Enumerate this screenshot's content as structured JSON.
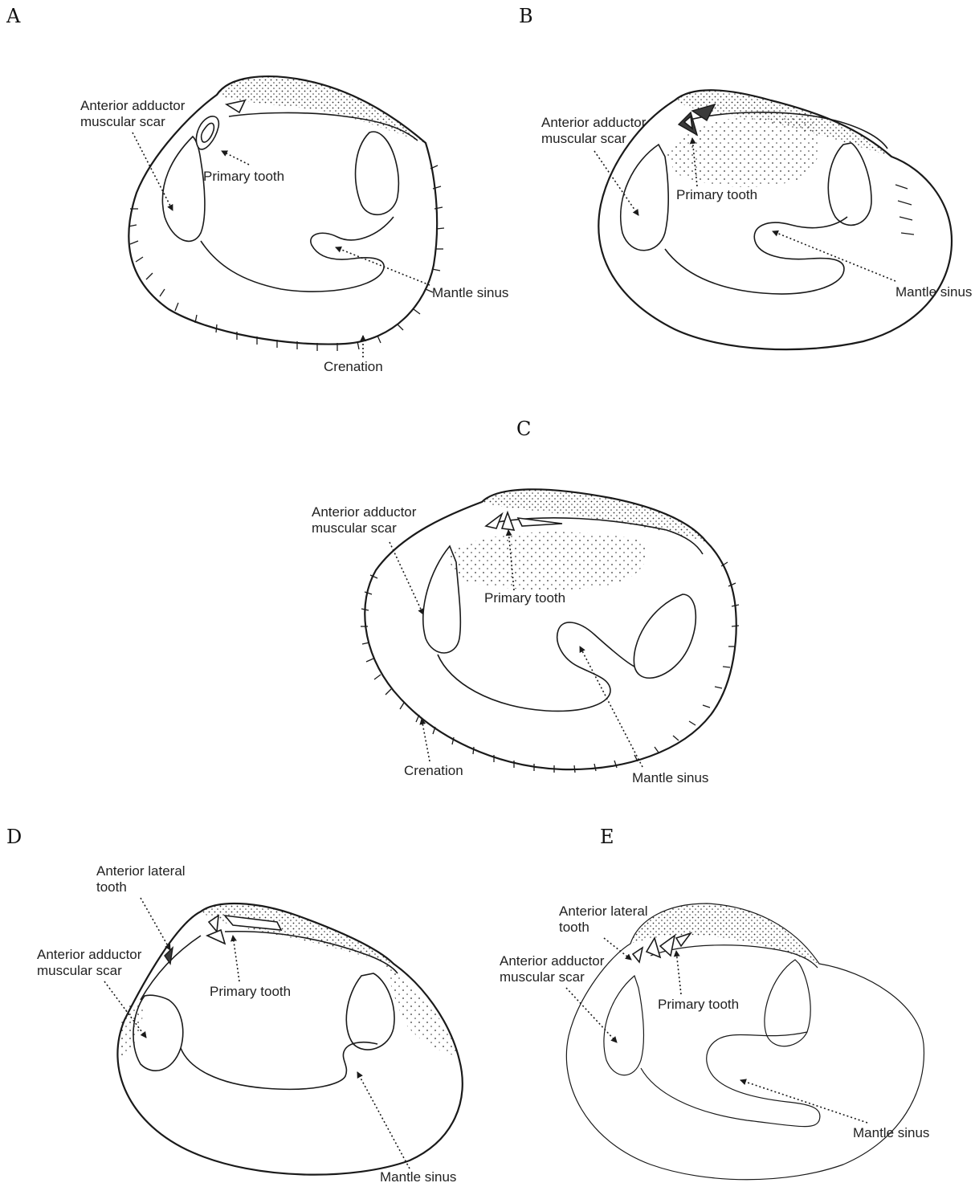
{
  "panels": {
    "A": {
      "letter": "A",
      "labels": {
        "anterior_adductor_l1": "Anterior adductor",
        "anterior_adductor_l2": "muscular scar",
        "primary_tooth": "Primary tooth",
        "mantle_sinus": "Mantle sinus",
        "crenation": "Crenation"
      }
    },
    "B": {
      "letter": "B",
      "labels": {
        "anterior_adductor_l1": "Anterior adductor",
        "anterior_adductor_l2": "muscular scar",
        "primary_tooth": "Primary tooth",
        "mantle_sinus": "Mantle sinus"
      }
    },
    "C": {
      "letter": "C",
      "labels": {
        "anterior_adductor_l1": "Anterior adductor",
        "anterior_adductor_l2": "muscular scar",
        "primary_tooth": "Primary tooth",
        "crenation": "Crenation",
        "mantle_sinus": "Mantle sinus"
      }
    },
    "D": {
      "letter": "D",
      "labels": {
        "anterior_lateral_l1": "Anterior lateral",
        "anterior_lateral_l2": "tooth",
        "anterior_adductor_l1": "Anterior adductor",
        "anterior_adductor_l2": "muscular scar",
        "primary_tooth": "Primary tooth",
        "mantle_sinus": "Mantle sinus"
      }
    },
    "E": {
      "letter": "E",
      "labels": {
        "anterior_lateral_l1": "Anterior lateral",
        "anterior_lateral_l2": "tooth",
        "anterior_adductor_l1": "Anterior adductor",
        "anterior_adductor_l2": "muscular scar",
        "primary_tooth": "Primary tooth",
        "mantle_sinus": "Mantle sinus"
      }
    }
  }
}
